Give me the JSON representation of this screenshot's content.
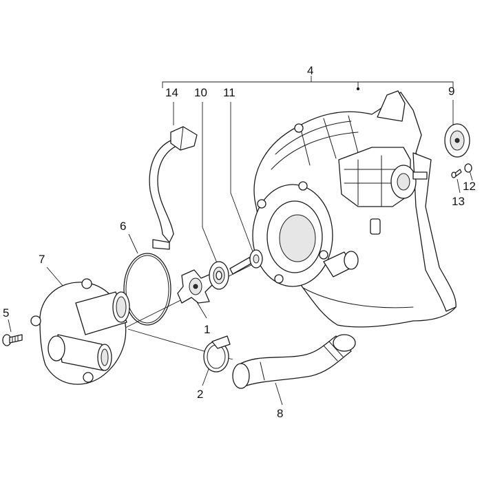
{
  "colors": {
    "line": "#1a1a1a",
    "fill": "#ffffff",
    "shade": "#e6e6e6",
    "background": "#ffffff"
  },
  "callouts": {
    "c1": "1",
    "c2": "2",
    "c4": "4",
    "c5": "5",
    "c6": "6",
    "c7": "7",
    "c8": "8",
    "c9": "9",
    "c10": "10",
    "c11": "11",
    "c12": "12",
    "c13": "13",
    "c14": "14"
  }
}
